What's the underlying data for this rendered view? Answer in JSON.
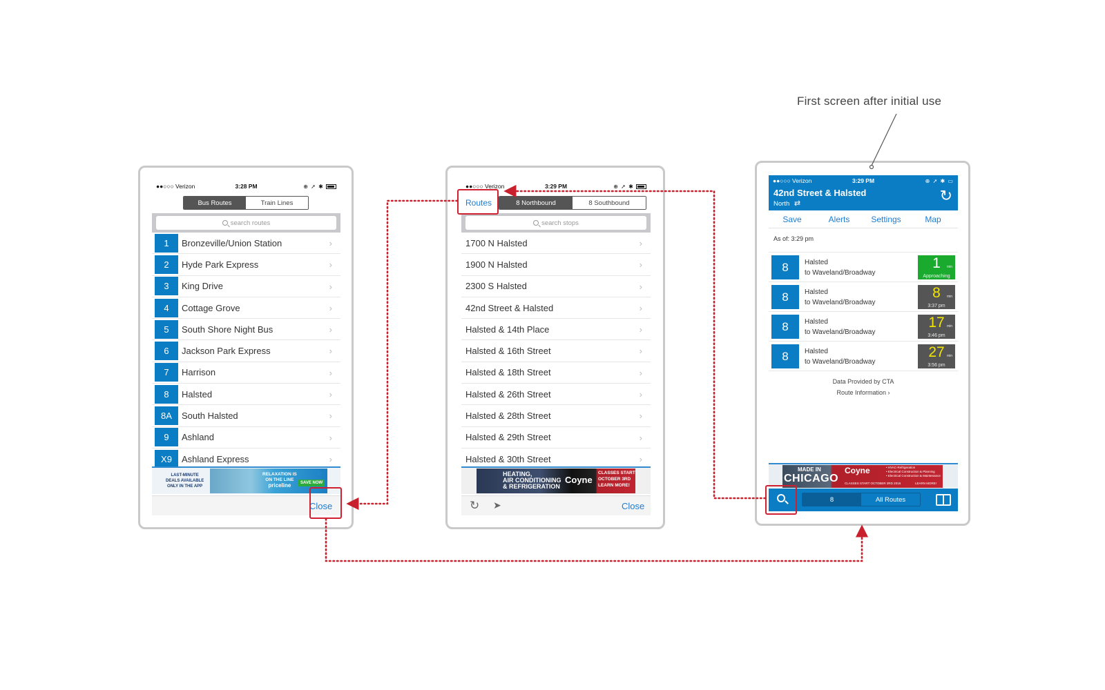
{
  "annotation": "First screen after initial use",
  "status": {
    "carrier": "●●○○○ Verizon",
    "time1": "3:28 PM",
    "time2": "3:29 PM",
    "time3": "3:29 PM"
  },
  "screen1": {
    "seg": [
      "Bus Routes",
      "Train Lines"
    ],
    "search_placeholder": "search routes",
    "routes": [
      {
        "num": "1",
        "name": "Bronzeville/Union Station"
      },
      {
        "num": "2",
        "name": "Hyde Park Express"
      },
      {
        "num": "3",
        "name": "King Drive"
      },
      {
        "num": "4",
        "name": "Cottage Grove"
      },
      {
        "num": "5",
        "name": "South Shore Night Bus"
      },
      {
        "num": "6",
        "name": "Jackson Park Express"
      },
      {
        "num": "7",
        "name": "Harrison"
      },
      {
        "num": "8",
        "name": "Halsted"
      },
      {
        "num": "8A",
        "name": "South Halsted"
      },
      {
        "num": "9",
        "name": "Ashland"
      },
      {
        "num": "X9",
        "name": "Ashland Express"
      }
    ],
    "ad": {
      "l1": "LAST-MINUTE",
      "l2": "DEALS AVAILABLE",
      "l3": "ONLY IN THE APP",
      "m1": "RELAXATION IS",
      "m2": "ON THE LINE",
      "brand": "priceline",
      "btn": "SAVE NOW"
    },
    "close": "Close"
  },
  "screen2": {
    "routes_btn": "Routes",
    "seg": [
      "8 Northbound",
      "8 Southbound"
    ],
    "search_placeholder": "search stops",
    "stops": [
      "1700 N Halsted",
      "1900 N Halsted",
      "2300 S Halsted",
      "42nd Street & Halsted",
      "Halsted & 14th Place",
      "Halsted & 16th Street",
      "Halsted & 18th Street",
      "Halsted & 26th Street",
      "Halsted & 28th Street",
      "Halsted & 29th Street",
      "Halsted & 30th Street"
    ],
    "ad": {
      "t1": "HEATING,",
      "t2": "AIR CONDITIONING",
      "t3": "& REFRIGERATION",
      "brand": "Coyne",
      "r1": "CLASSES START",
      "r2": "OCTOBER 3RD",
      "r3": "LEARN MORE!"
    },
    "close": "Close"
  },
  "screen3": {
    "title": "42nd Street & Halsted",
    "direction": "North",
    "tabs": [
      "Save",
      "Alerts",
      "Settings",
      "Map"
    ],
    "as_of": "As of: 3:29 pm",
    "arrivals": [
      {
        "route": "8",
        "name": "Halsted",
        "dest": "to Waveland/Broadway",
        "min": "1",
        "sub": "Approaching",
        "color": "#1aab2e",
        "numcolor": "#ffffff"
      },
      {
        "route": "8",
        "name": "Halsted",
        "dest": "to Waveland/Broadway",
        "min": "8",
        "sub": "3:37 pm",
        "color": "#555555",
        "numcolor": "#f2e600"
      },
      {
        "route": "8",
        "name": "Halsted",
        "dest": "to Waveland/Broadway",
        "min": "17",
        "sub": "3:46 pm",
        "color": "#555555",
        "numcolor": "#f2e600"
      },
      {
        "route": "8",
        "name": "Halsted",
        "dest": "to Waveland/Broadway",
        "min": "27",
        "sub": "3:56 pm",
        "color": "#555555",
        "numcolor": "#f2e600"
      }
    ],
    "min_label": "min",
    "data_credit": "Data Provided by CTA",
    "route_info": "Route Information ›",
    "ad": {
      "made": "MADE IN",
      "city": "CHICAGO",
      "brand": "Coyne",
      "r1": "• HVAC-Refrigeration",
      "r2": "• Electrical Construction & Planning",
      "r3": "• Electrical Construction & Maintenance",
      "classes": "CLASSES START OCTOBER 3RD 2016",
      "learn": "LEARN MORE!"
    },
    "bottom_seg": [
      "8",
      "All Routes"
    ]
  },
  "colors": {
    "accent": "#0b7dc5",
    "highlight": "#d02030",
    "link": "#1e7bd0"
  }
}
